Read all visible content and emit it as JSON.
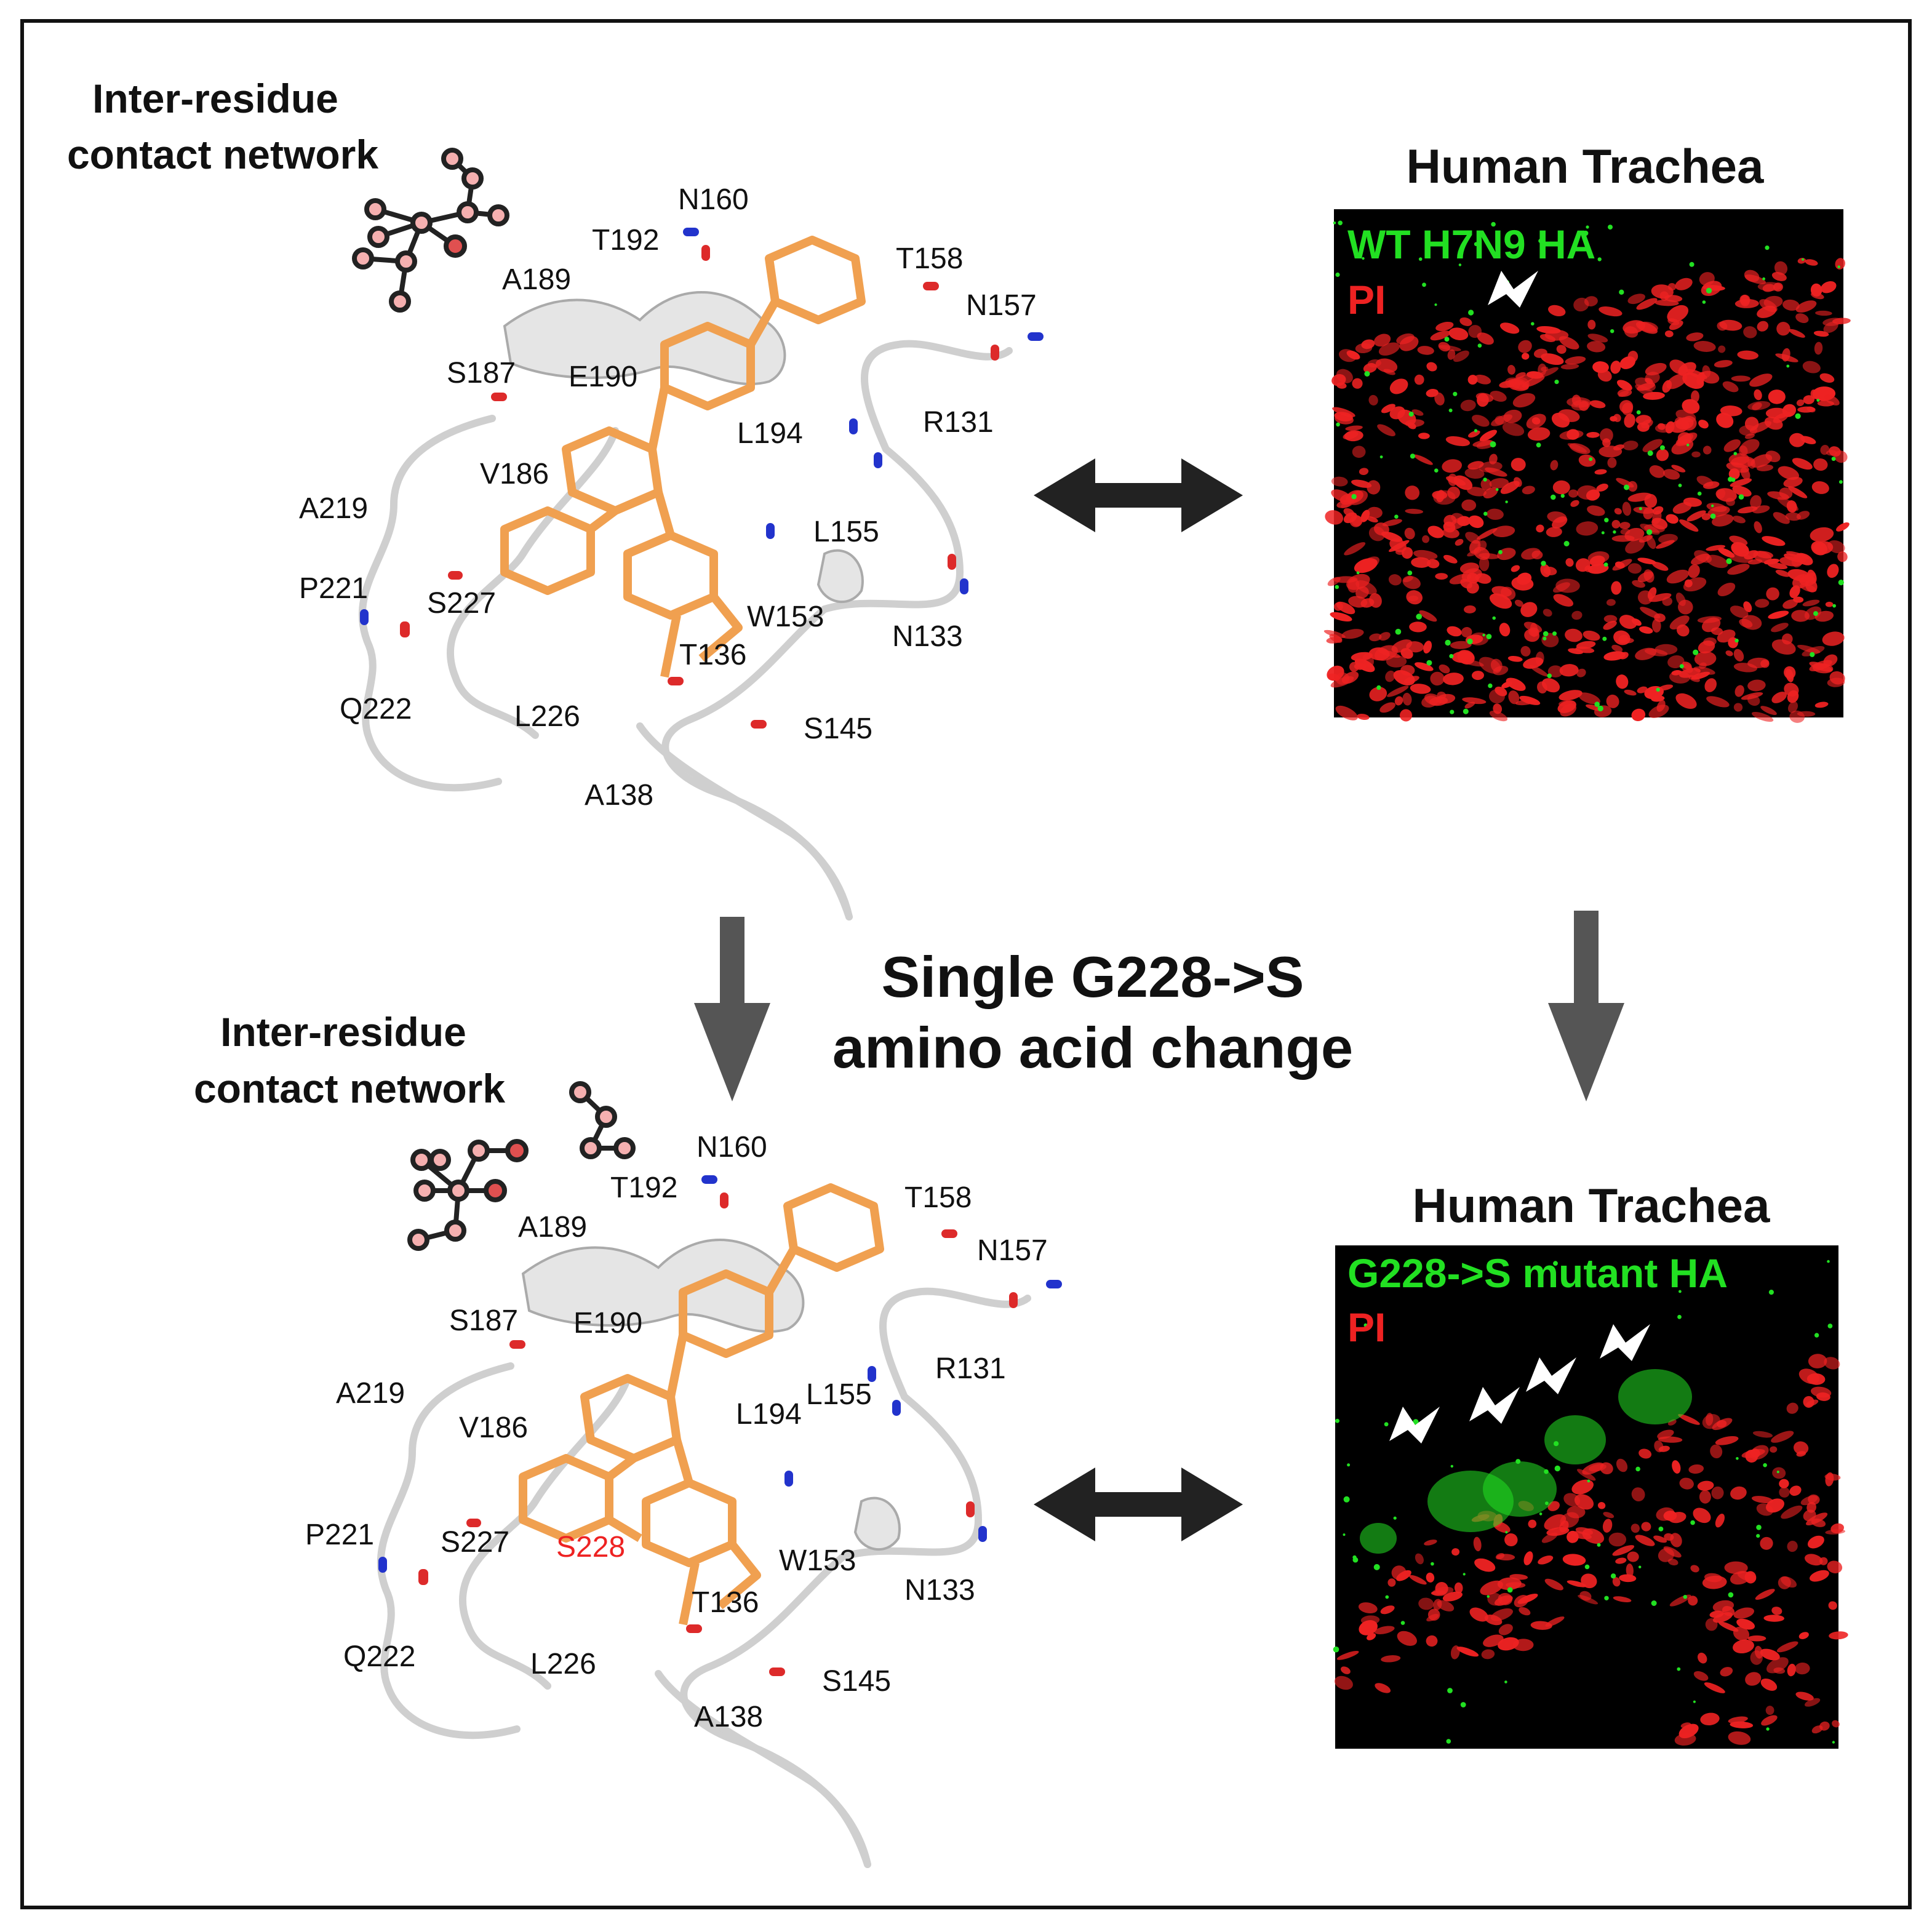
{
  "top": {
    "network_label": [
      "Inter-residue",
      "contact network"
    ],
    "panel_title": "Human Trachea",
    "stain_green": "WT H7N9 HA",
    "stain_red": "PI",
    "residues": [
      "N160",
      "T192",
      "T158",
      "N157",
      "A189",
      "S187",
      "E190",
      "L194",
      "R131",
      "V186",
      "A219",
      "L155",
      "P221",
      "S227",
      "W153",
      "N133",
      "T136",
      "Q222",
      "L226",
      "S145",
      "A138"
    ]
  },
  "change_text": [
    "Single G228->S",
    "amino acid change"
  ],
  "bottom": {
    "network_label": [
      "Inter-residue",
      "contact network"
    ],
    "panel_title": "Human Trachea",
    "stain_green": "G228->S mutant HA",
    "stain_red": "PI",
    "residues": [
      "N160",
      "T192",
      "T158",
      "N157",
      "A189",
      "S187",
      "E190",
      "R131",
      "L155",
      "A219",
      "L194",
      "V186",
      "P221",
      "S227",
      "W153",
      "N133",
      "T136",
      "Q222",
      "L226",
      "S145",
      "A138"
    ],
    "mutated_residue": "S228"
  },
  "colors": {
    "border": "#111111",
    "ligand": "#f0a050",
    "backbone": "#d9d9d9",
    "oxygen": "#dd2a2a",
    "nitrogen": "#2233cc",
    "stain_green": "#22e022",
    "stain_red": "#ee2222",
    "mutation_label": "#ee2222",
    "arrow": "#555555",
    "node": "#f08c8c"
  }
}
